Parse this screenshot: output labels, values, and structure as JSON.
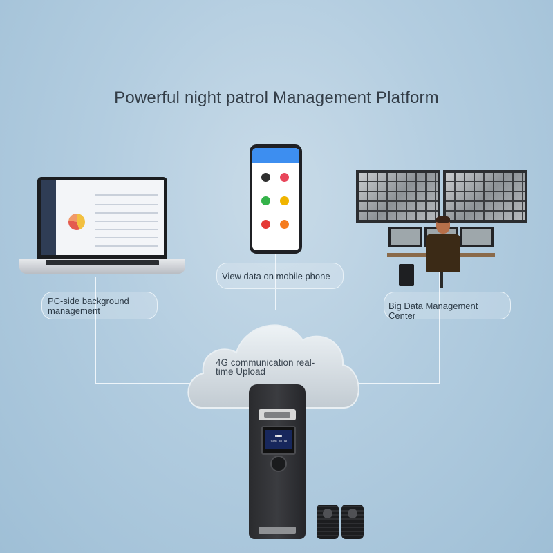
{
  "title": "Powerful night patrol Management Platform",
  "labels": {
    "pc_line1": "PC-side background",
    "pc_line2": "management",
    "mobile": "View data on mobile phone",
    "bigdata": "Big Data Management Center",
    "cloud_line1": "4G communication real-",
    "cloud_line2": "time Upload"
  },
  "icons": {
    "laptop": "laptop-icon",
    "phone": "smartphone-icon",
    "datacenter": "video-wall-icon",
    "cloud": "cloud-icon",
    "device": "patrol-device-icon",
    "tags": "checkpoint-tag-icon"
  },
  "colors": {
    "connector": "#eef5fa",
    "background": "#b3cde0",
    "phone_header": "#3d8ef0"
  }
}
